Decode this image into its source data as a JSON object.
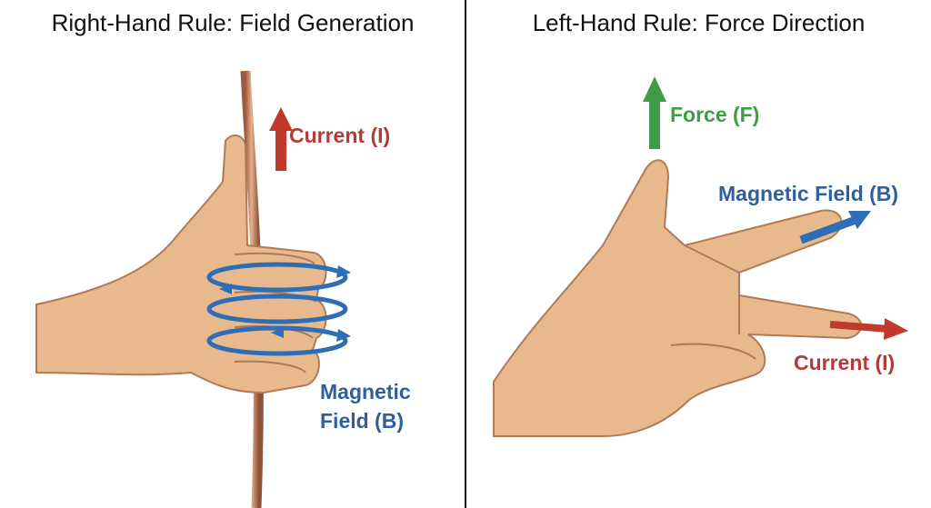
{
  "left": {
    "title": "Right-Hand Rule: Field Generation",
    "current_label": "Current (I)",
    "field_label_line1": "Magnetic",
    "field_label_line2": "Field (B)"
  },
  "right": {
    "title": "Left-Hand Rule: Force Direction",
    "force_label": "Force (F)",
    "field_label": "Magnetic Field (B)",
    "current_label": "Current (I)"
  },
  "colors": {
    "current": "#c0392b",
    "field": "#2f6db5",
    "force": "#3e9b46",
    "skin": "#e9b98e",
    "wire": "#c98a64"
  }
}
